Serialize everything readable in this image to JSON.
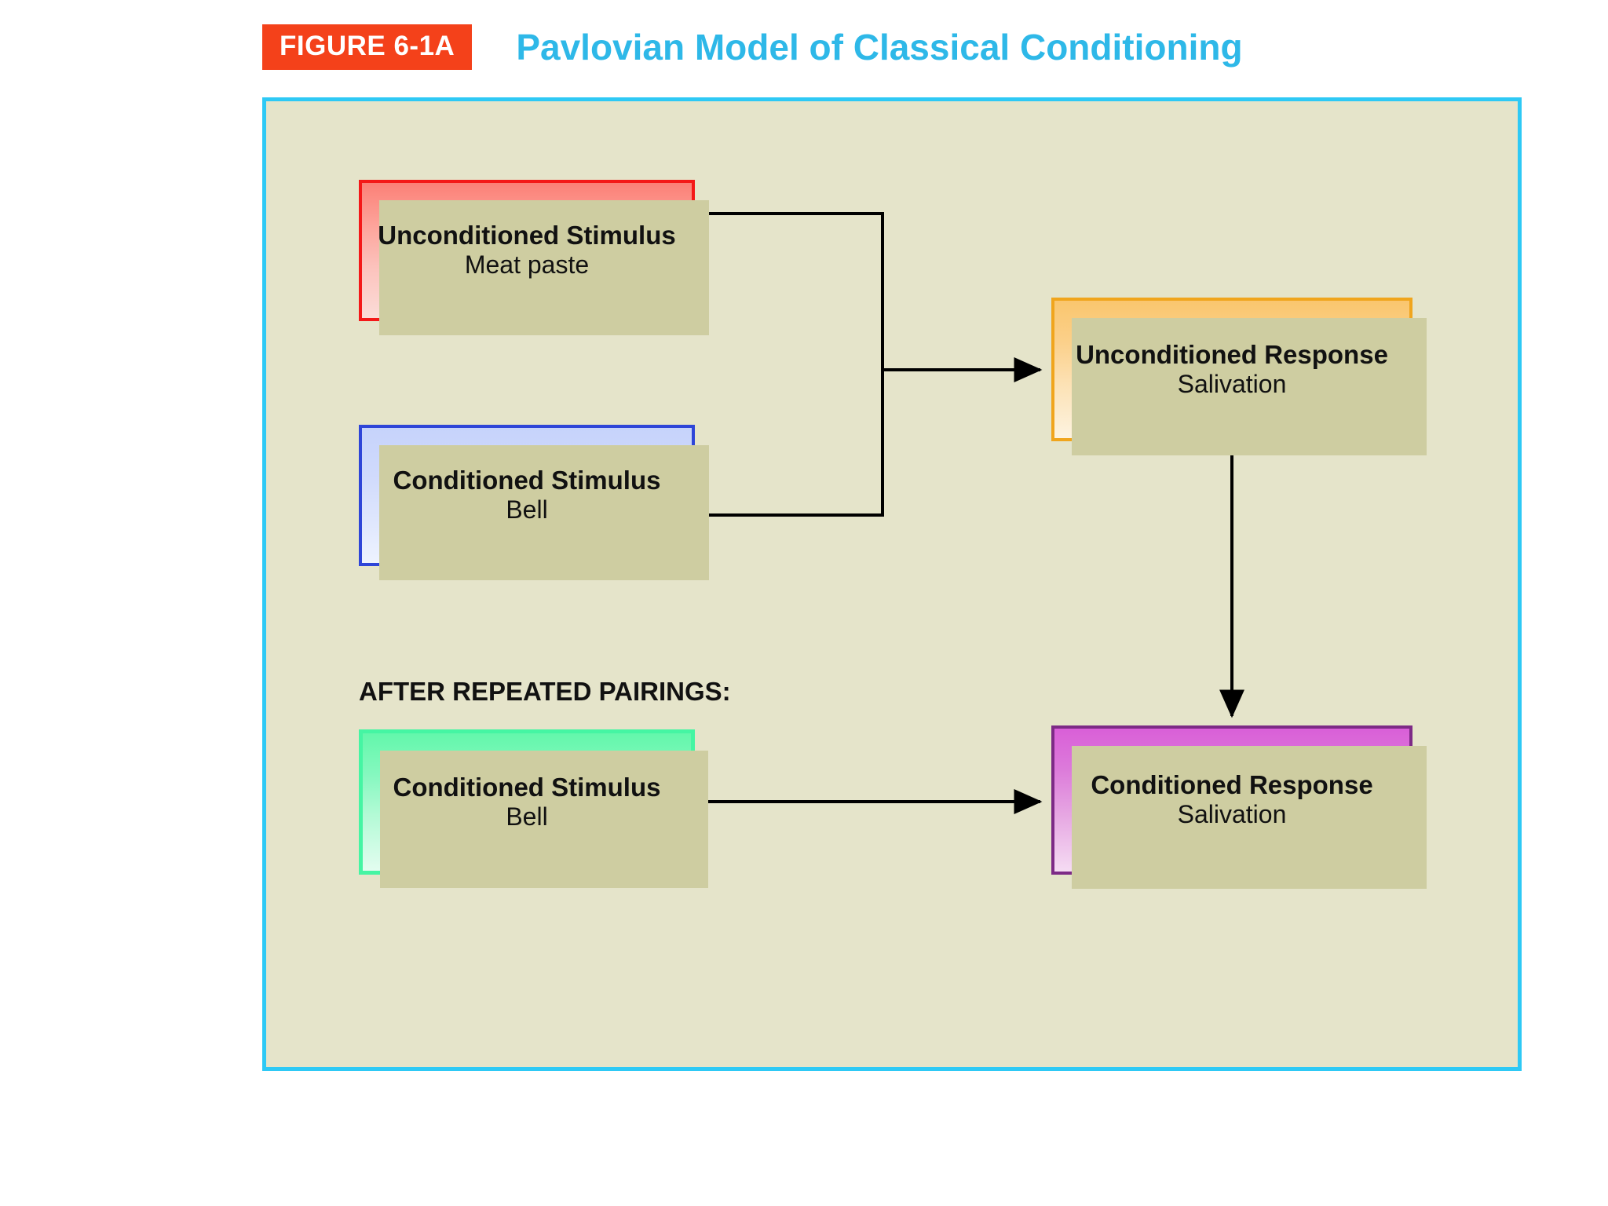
{
  "header": {
    "badge_label": "FIGURE 6-1A",
    "title": "Pavlovian Model of Classical Conditioning",
    "badge_bg": "#f4411a",
    "badge_text_color": "#ffffff",
    "title_color": "#2eb8e8"
  },
  "panel": {
    "background": "#e5e4ca",
    "border_color": "#2ec9f5"
  },
  "section_label": "AFTER REPEATED PAIRINGS:",
  "nodes": {
    "unconditioned_stimulus": {
      "title": "Unconditioned Stimulus",
      "subtitle": "Meat paste",
      "border_color": "#f41818",
      "fill_top": "#fb8077",
      "fill_bottom": "#fbdcd8"
    },
    "conditioned_stimulus_before": {
      "title": "Conditioned Stimulus",
      "subtitle": "Bell",
      "border_color": "#2e45d8",
      "fill_top": "#c6d3fb",
      "fill_bottom": "#eef3fe"
    },
    "conditioned_stimulus_after": {
      "title": "Conditioned Stimulus",
      "subtitle": "Bell",
      "border_color": "#45f5a3",
      "fill_top": "#63f7ab",
      "fill_bottom": "#e3fdf0"
    },
    "unconditioned_response": {
      "title": "Unconditioned Response",
      "subtitle": "Salivation",
      "border_color": "#f0a51d",
      "fill_top": "#fac66e",
      "fill_bottom": "#fdf3e0"
    },
    "conditioned_response": {
      "title": "Conditioned Response",
      "subtitle": "Salivation",
      "border_color": "#7d2a86",
      "fill_top": "#d95fd8",
      "fill_bottom": "#f5dcf3"
    }
  },
  "connectors": {
    "line_color": "#000000",
    "shadow_color": "#cecda1",
    "items": [
      {
        "name": "us-and-cs-to-ur",
        "from": [
          "Unconditioned Stimulus",
          "Conditioned Stimulus"
        ],
        "to": "Unconditioned Response",
        "arrow": true
      },
      {
        "name": "ur-to-cr",
        "from": [
          "Unconditioned Response"
        ],
        "to": "Conditioned Response",
        "arrow": true
      },
      {
        "name": "cs-after-to-cr",
        "from": [
          "Conditioned Stimulus"
        ],
        "to": "Conditioned Response",
        "arrow": true
      }
    ]
  }
}
